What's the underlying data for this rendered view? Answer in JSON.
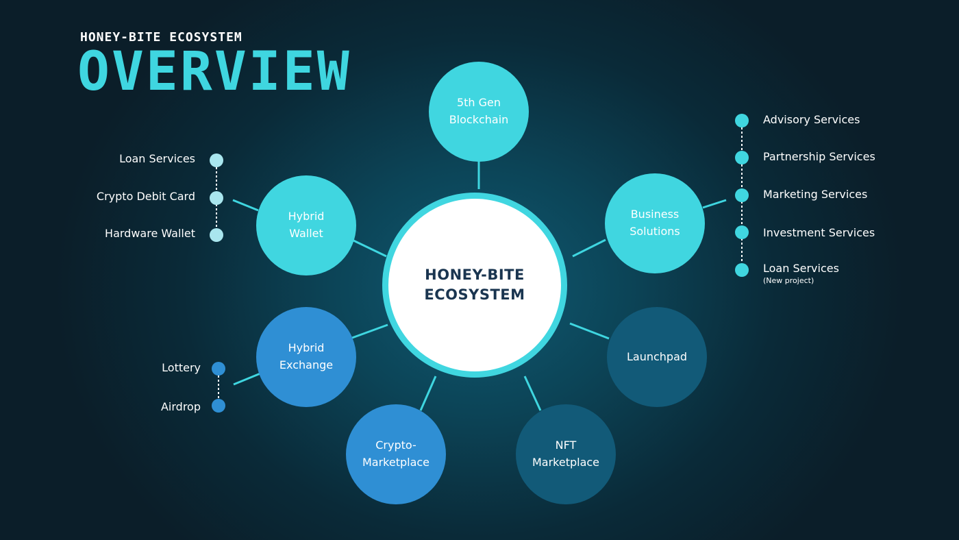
{
  "header": {
    "eyebrow": "HONEY-BITE ECOSYSTEM",
    "title": "OVERVIEW"
  },
  "center": {
    "label": "HONEY-BITE\nECOSYSTEM"
  },
  "nodes": {
    "blockchain": "5th Gen\nBlockchain",
    "wallet": "Hybrid\nWallet",
    "business": "Business\nSolutions",
    "exchange": "Hybrid\nExchange",
    "launchpad": "Launchpad",
    "crypto_marketplace": "Crypto-\nMarketplace",
    "nft_marketplace": "NFT\nMarketplace"
  },
  "wallet_items": [
    "Loan Services",
    "Crypto Debit Card",
    "Hardware Wallet"
  ],
  "business_items": [
    "Advisory Services",
    "Partnership Services",
    "Marketing Services",
    "Investment Services",
    "Loan Services"
  ],
  "business_note": "(New project)",
  "exchange_items": [
    "Lottery",
    "Airdrop"
  ],
  "colors": {
    "title": "#3fd6e0",
    "cyan_node": "#40d6e0",
    "blue_node": "#2f8fd4",
    "dark_node": "#125a78",
    "light_dot": "#a9e6ee",
    "link": "#3fd6e0",
    "center_fill": "#ffffff",
    "center_text": "#1a3550"
  }
}
